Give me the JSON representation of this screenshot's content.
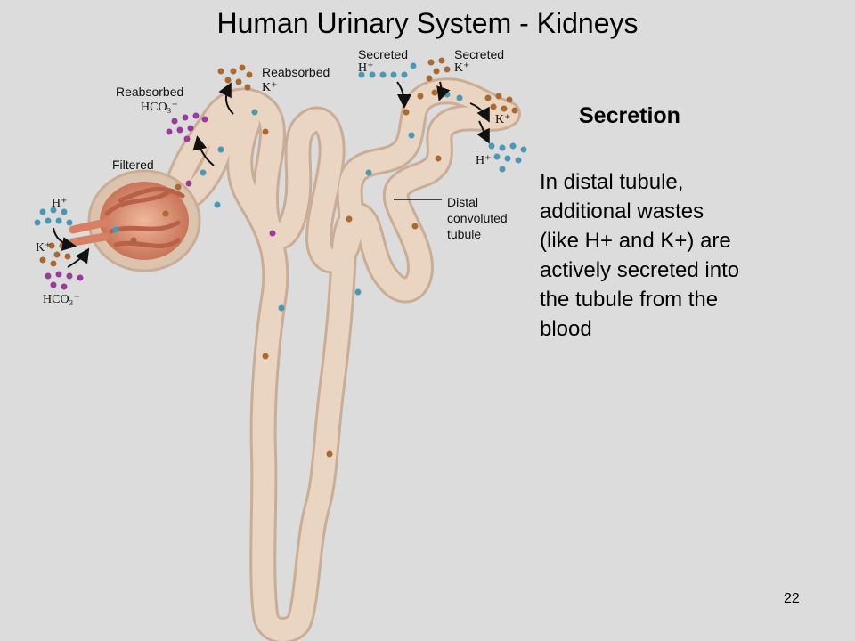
{
  "slide": {
    "title": "Human Urinary System - Kidneys",
    "heading": "Secretion",
    "body_lines": [
      "In distal tubule,",
      "additional wastes",
      "(like H+ and K+) are",
      "actively secreted into",
      "the tubule from the",
      "blood"
    ],
    "page_number": "22"
  },
  "diagram": {
    "labels": {
      "reabsorbed_k": "Reabsorbed",
      "reabsorbed_k_ion": "K⁺",
      "reabsorbed_hco3": "Reabsorbed",
      "reabsorbed_hco3_ion": "HCO₃⁻",
      "filtered": "Filtered",
      "filtered_h": "H⁺",
      "filtered_k": "K⁺",
      "filtered_hco3": "HCO₃⁻",
      "secreted_h": "Secreted",
      "secreted_h_ion": "H⁺",
      "secreted_k": "Secreted",
      "secreted_k_ion": "K⁺",
      "blood_k": "K⁺",
      "blood_h": "H⁺",
      "distal_1": "Distal",
      "distal_2": "convoluted",
      "distal_3": "tubule"
    },
    "colors": {
      "tubule_fill": "#ead5c2",
      "tubule_edge": "#c9ad96",
      "glomerulus": "#e39478",
      "ion_h": "#4a98b6",
      "ion_k": "#a86a32",
      "ion_hco3": "#9a3a9a"
    }
  }
}
